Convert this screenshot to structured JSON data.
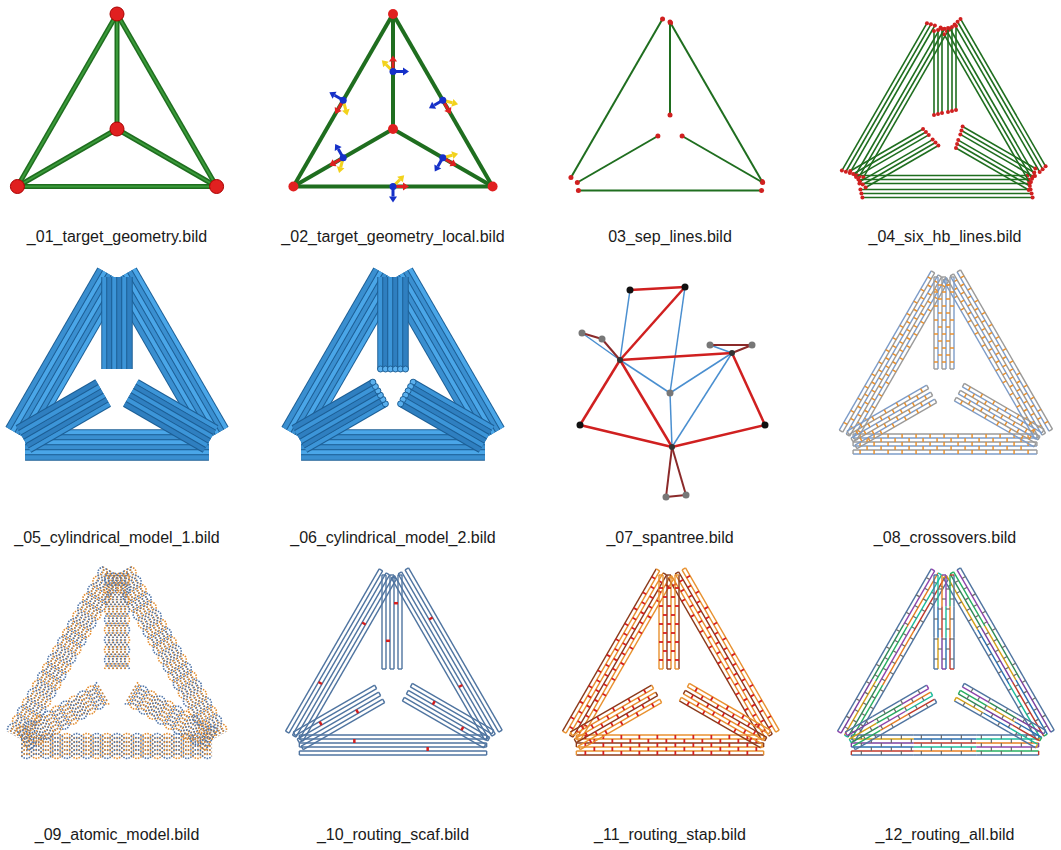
{
  "diagram": {
    "labels": [
      "_01_target_geometry.bild",
      "_02_target_geometry_local.bild",
      "03_sep_lines.bild",
      "_04_six_hb_lines.bild",
      "_05_cylindrical_model_1.bild",
      "_06_cylindrical_model_2.bild",
      "_07_spantree.bild",
      "_08_crossovers.bild",
      "_09_atomic_model.bild",
      "_10_routing_scaf.bild",
      "_11_routing_stap.bild",
      "_12_routing_all.bild"
    ]
  }
}
